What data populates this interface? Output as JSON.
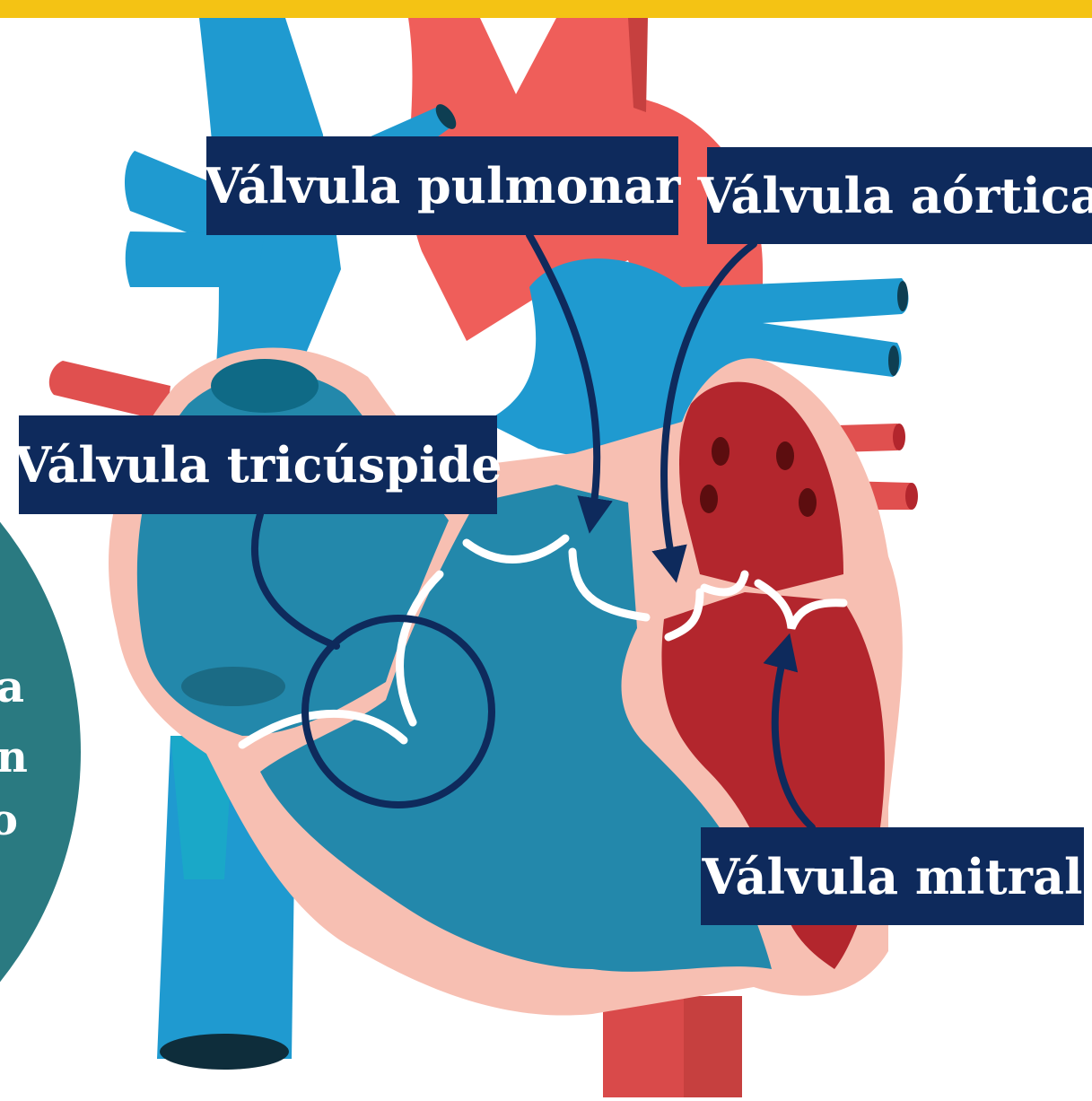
{
  "labels": {
    "pulmonar": "Válvula pulmonar",
    "aortica": "Válvula aórtica",
    "tricuspide": "Válvula tricúspide",
    "mitral": "Válvula mitral"
  },
  "side_circle_fragments": [
    "a",
    "n",
    "o"
  ],
  "colors": {
    "top_band": "#f4c314",
    "label_bg": "#0e2a5c",
    "vessel_blue": "#1f9ad0",
    "vessel_red": "#ef5e5a",
    "right_chambers": "#2388ab",
    "left_chambers": "#b3262d",
    "muscle_wall": "#f7bfb2",
    "side_circle": "#2a7a81"
  }
}
